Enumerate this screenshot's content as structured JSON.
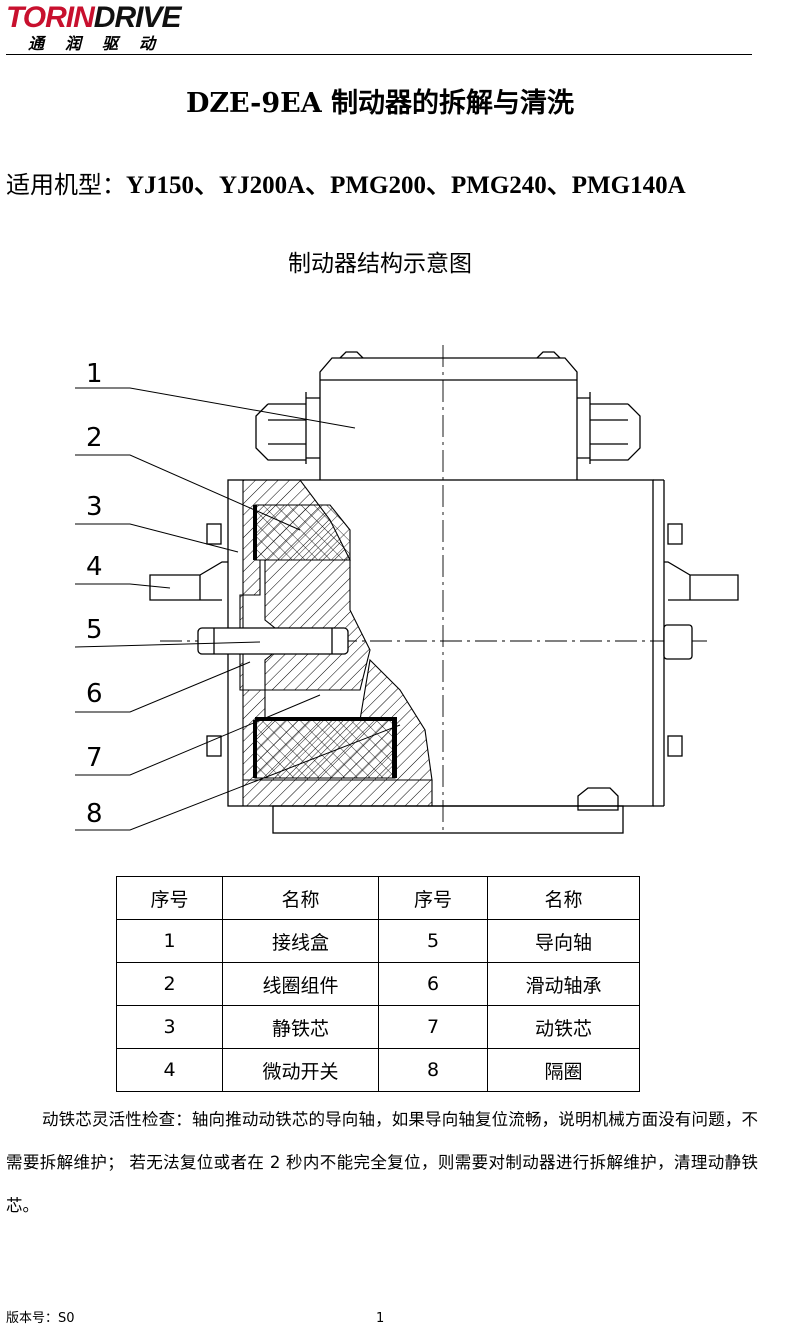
{
  "header": {
    "logo_part1": "TORIN",
    "logo_part2": "DRIVE",
    "logo_subtitle": "通润驱动",
    "brand_color": "#c8102e"
  },
  "document": {
    "title": "DZE-9EA 制动器的拆解与清洗",
    "models_label": "适用机型：",
    "models_value": "YJ150、YJ200A、PMG200、PMG240、PMG140A",
    "diagram_title": "制动器结构示意图"
  },
  "diagram": {
    "callouts": [
      "1",
      "2",
      "3",
      "4",
      "5",
      "6",
      "7",
      "8"
    ]
  },
  "parts_table": {
    "headers": [
      "序号",
      "名称",
      "序号",
      "名称"
    ],
    "rows": [
      [
        "1",
        "接线盒",
        "5",
        "导向轴"
      ],
      [
        "2",
        "线圈组件",
        "6",
        "滑动轴承"
      ],
      [
        "3",
        "静铁芯",
        "7",
        "动铁芯"
      ],
      [
        "4",
        "微动开关",
        "8",
        "隔圈"
      ]
    ]
  },
  "body": {
    "paragraph": "动铁芯灵活性检查：轴向推动动铁芯的导向轴，如果导向轴复位流畅，说明机械方面没有问题，不需要拆解维护；  若无法复位或者在 2 秒内不能完全复位，则需要对制动器进行拆解维护，清理动静铁芯。"
  },
  "footer": {
    "version": "版本号：S0",
    "page": "1"
  }
}
